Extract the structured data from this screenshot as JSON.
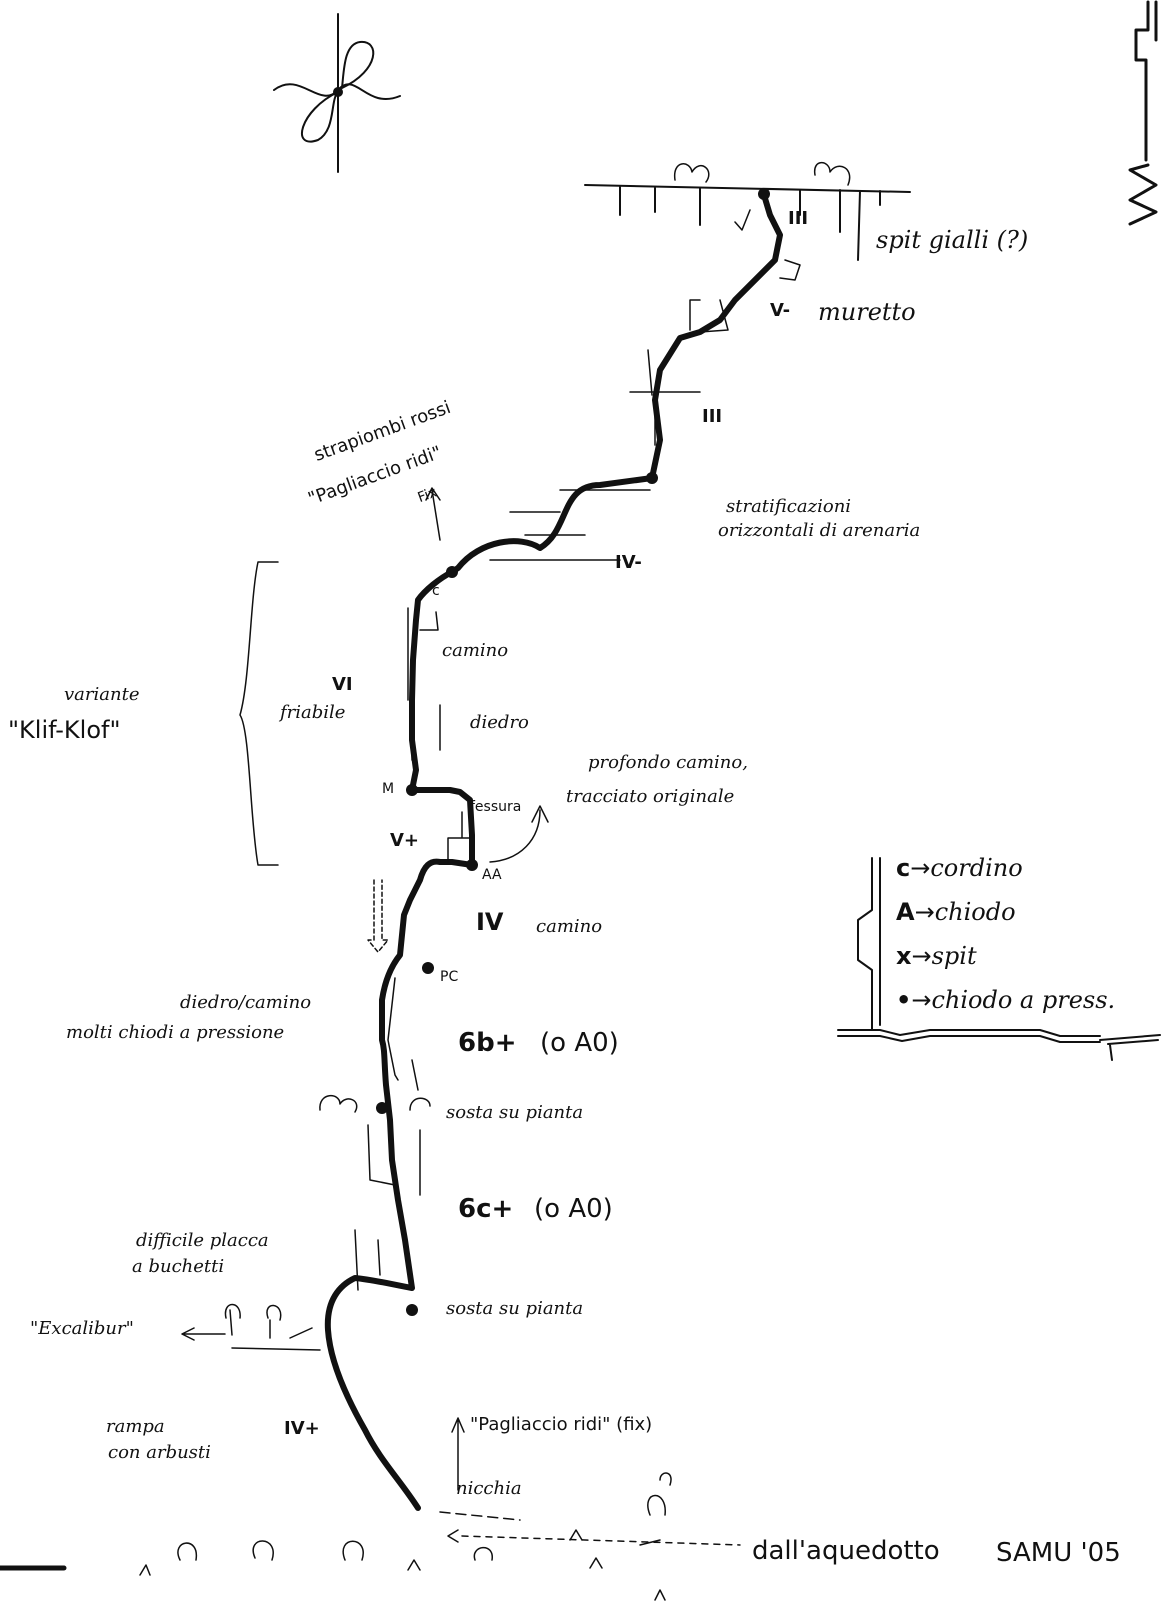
{
  "route": {
    "grades": {
      "top_iii": "III",
      "murretto_grade": "V-",
      "mid_iii": "III",
      "strat_grade": "IV-",
      "vi": "VI",
      "vplus": "V+",
      "iv": "IV",
      "g6b": "6b+",
      "g6b_alt": "(o A0)",
      "g6c": "6c+",
      "g6c_alt": "(o A0)",
      "ivplus": "IV+"
    },
    "labels": {
      "spit_gialli": "spit gialli (?)",
      "muretto": "muretto",
      "strapiombi_1": "strapiombi rossi",
      "strapiombi_2": "\"Pagliaccio ridi\"",
      "strapiombi_3": "Fix",
      "stratificazioni_1": "stratificazioni",
      "stratificazioni_2": "orizzontali di arenaria",
      "camino_top": "camino",
      "friabile": "friabile",
      "diedro": "diedro",
      "profondo_1": "profondo camino,",
      "profondo_2": "tracciato originale",
      "fessura": "fessura",
      "variante_1": "variante",
      "variante_2": "\"Klif-Klof\"",
      "camino_mid": "camino",
      "diedro_camino_1": "diedro/camino",
      "diedro_camino_2": "molti chiodi a pressione",
      "sosta_1": "sosta su pianta",
      "difficile_1": "difficile placca",
      "difficile_2": "a buchetti",
      "sosta_2": "sosta su pianta",
      "excalibur": "\"Excalibur\"",
      "rampa_1": "rampa",
      "rampa_2": "con arbusti",
      "pagliaccio_fix": "\"Pagliaccio ridi\" (fix)",
      "nicchia": "nicchia",
      "dallaquedotto": "dall'aquedotto",
      "signature": "SAMU '05"
    },
    "marks": {
      "c_top": "c",
      "aa": "AA",
      "pc": "PC",
      "m_mark": "M"
    }
  },
  "legend": {
    "items": [
      {
        "symbol": "c",
        "arrow": "→",
        "text": "cordino"
      },
      {
        "symbol": "A",
        "arrow": "→",
        "text": "chiodo"
      },
      {
        "symbol": "x",
        "arrow": "→",
        "text": "spit"
      },
      {
        "symbol": "•",
        "arrow": "→",
        "text": "chiodo a press."
      }
    ]
  },
  "colors": {
    "ink": "#111111",
    "paper": "#ffffff"
  },
  "icons": [
    "compass-rose-icon",
    "scale-bar-icon"
  ]
}
